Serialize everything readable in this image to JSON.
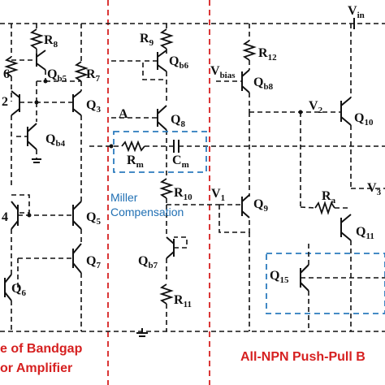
{
  "labels": {
    "vin": {
      "main": "V",
      "sub": "in"
    },
    "v3": {
      "main": "V",
      "sub": "3"
    },
    "vbias": {
      "main": "V",
      "sub": "bias"
    },
    "v1": {
      "main": "V",
      "sub": "1"
    },
    "v2": {
      "main": "V",
      "sub": "2"
    },
    "node_a": "A",
    "r8": {
      "main": "R",
      "sub": "8"
    },
    "r9": {
      "main": "R",
      "sub": "9"
    },
    "r7": {
      "main": "R",
      "sub": "7"
    },
    "r10": {
      "main": "R",
      "sub": "10"
    },
    "r11": {
      "main": "R",
      "sub": "11"
    },
    "r12": {
      "main": "R",
      "sub": "12"
    },
    "rm": {
      "main": "R",
      "sub": "m"
    },
    "cm": {
      "main": "C",
      "sub": "m"
    },
    "ra": {
      "main": "R",
      "sub": "a"
    },
    "r6_partial": "6",
    "qb5": {
      "main": "Q",
      "sub": "b5"
    },
    "qb6": {
      "main": "Q",
      "sub": "b6"
    },
    "qb4": {
      "main": "Q",
      "sub": "b4"
    },
    "qb7": {
      "main": "Q",
      "sub": "b7"
    },
    "qb8": {
      "main": "Q",
      "sub": "b8"
    },
    "q2_partial": "2",
    "q3": {
      "main": "Q",
      "sub": "3"
    },
    "q4_partial": "4",
    "q5": {
      "main": "Q",
      "sub": "5"
    },
    "q6": {
      "main": "Q",
      "sub": "6"
    },
    "q7": {
      "main": "Q",
      "sub": "7"
    },
    "q8": {
      "main": "Q",
      "sub": "8"
    },
    "q9": {
      "main": "Q",
      "sub": "9"
    },
    "q10": {
      "main": "Q",
      "sub": "10"
    },
    "q11": {
      "main": "Q",
      "sub": "11"
    },
    "q15": {
      "main": "Q",
      "sub": "15"
    }
  },
  "annotations": {
    "miller_line1": "Miller",
    "miller_line2": "Compensation",
    "left_caption_line1": "e of Bandgap",
    "left_caption_line2": "or Amplifier",
    "right_caption": "All-NPN Push-Pull B"
  },
  "colors": {
    "wire": "#111111",
    "section_border": "#d62020",
    "miller_box": "#2b7bbd",
    "caption_red": "#d62020",
    "caption_blue": "#1f6fb3"
  }
}
